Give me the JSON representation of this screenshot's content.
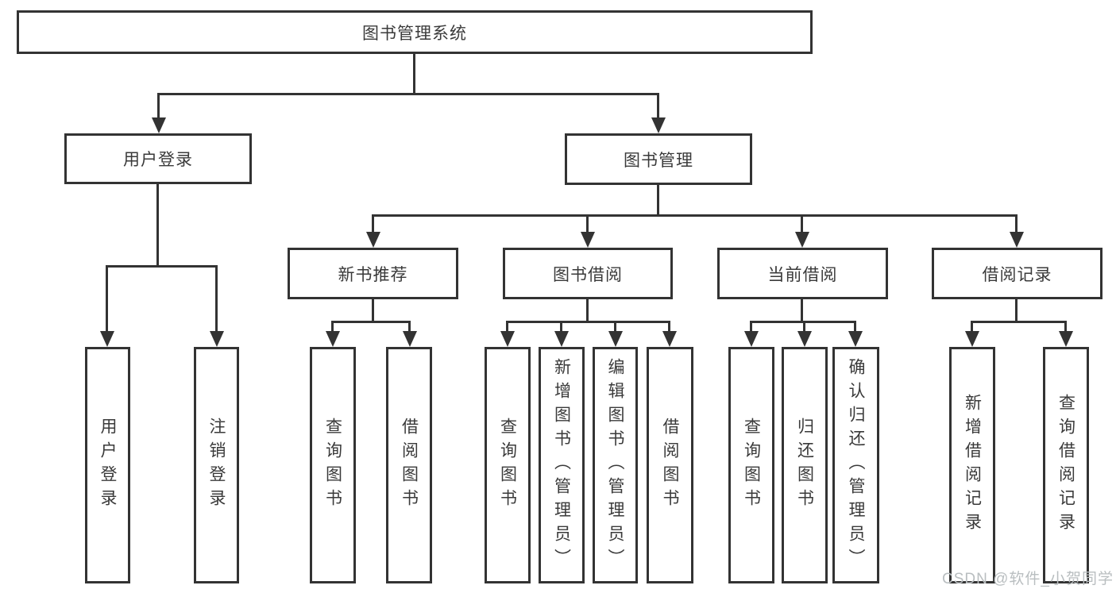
{
  "diagram": {
    "type": "hierarchy-tree",
    "colors": {
      "line": "#333333",
      "text": "#3a3a3a",
      "background": "#ffffff",
      "watermark_text_color": "#b9bec0"
    },
    "tree": {
      "root": {
        "label": "图书管理系统",
        "children": [
          {
            "label": "用户登录",
            "children": [
              {
                "label": "用户登录"
              },
              {
                "label": "注销登录"
              }
            ]
          },
          {
            "label": "图书管理",
            "children": [
              {
                "label": "新书推荐",
                "children": [
                  {
                    "label": "查询图书"
                  },
                  {
                    "label": "借阅图书"
                  }
                ]
              },
              {
                "label": "图书借阅",
                "children": [
                  {
                    "label": "查询图书"
                  },
                  {
                    "label": "新增图书（管理员）"
                  },
                  {
                    "label": "编辑图书（管理员）"
                  },
                  {
                    "label": "借阅图书"
                  }
                ]
              },
              {
                "label": "当前借阅",
                "children": [
                  {
                    "label": "查询图书"
                  },
                  {
                    "label": "归还图书"
                  },
                  {
                    "label": "确认归还（管理员）"
                  }
                ]
              },
              {
                "label": "借阅记录",
                "children": [
                  {
                    "label": "新增借阅记录"
                  },
                  {
                    "label": "查询借阅记录"
                  }
                ]
              }
            ]
          }
        ]
      }
    },
    "watermark": {
      "text": "CSDN @软件_小贺同学"
    }
  }
}
